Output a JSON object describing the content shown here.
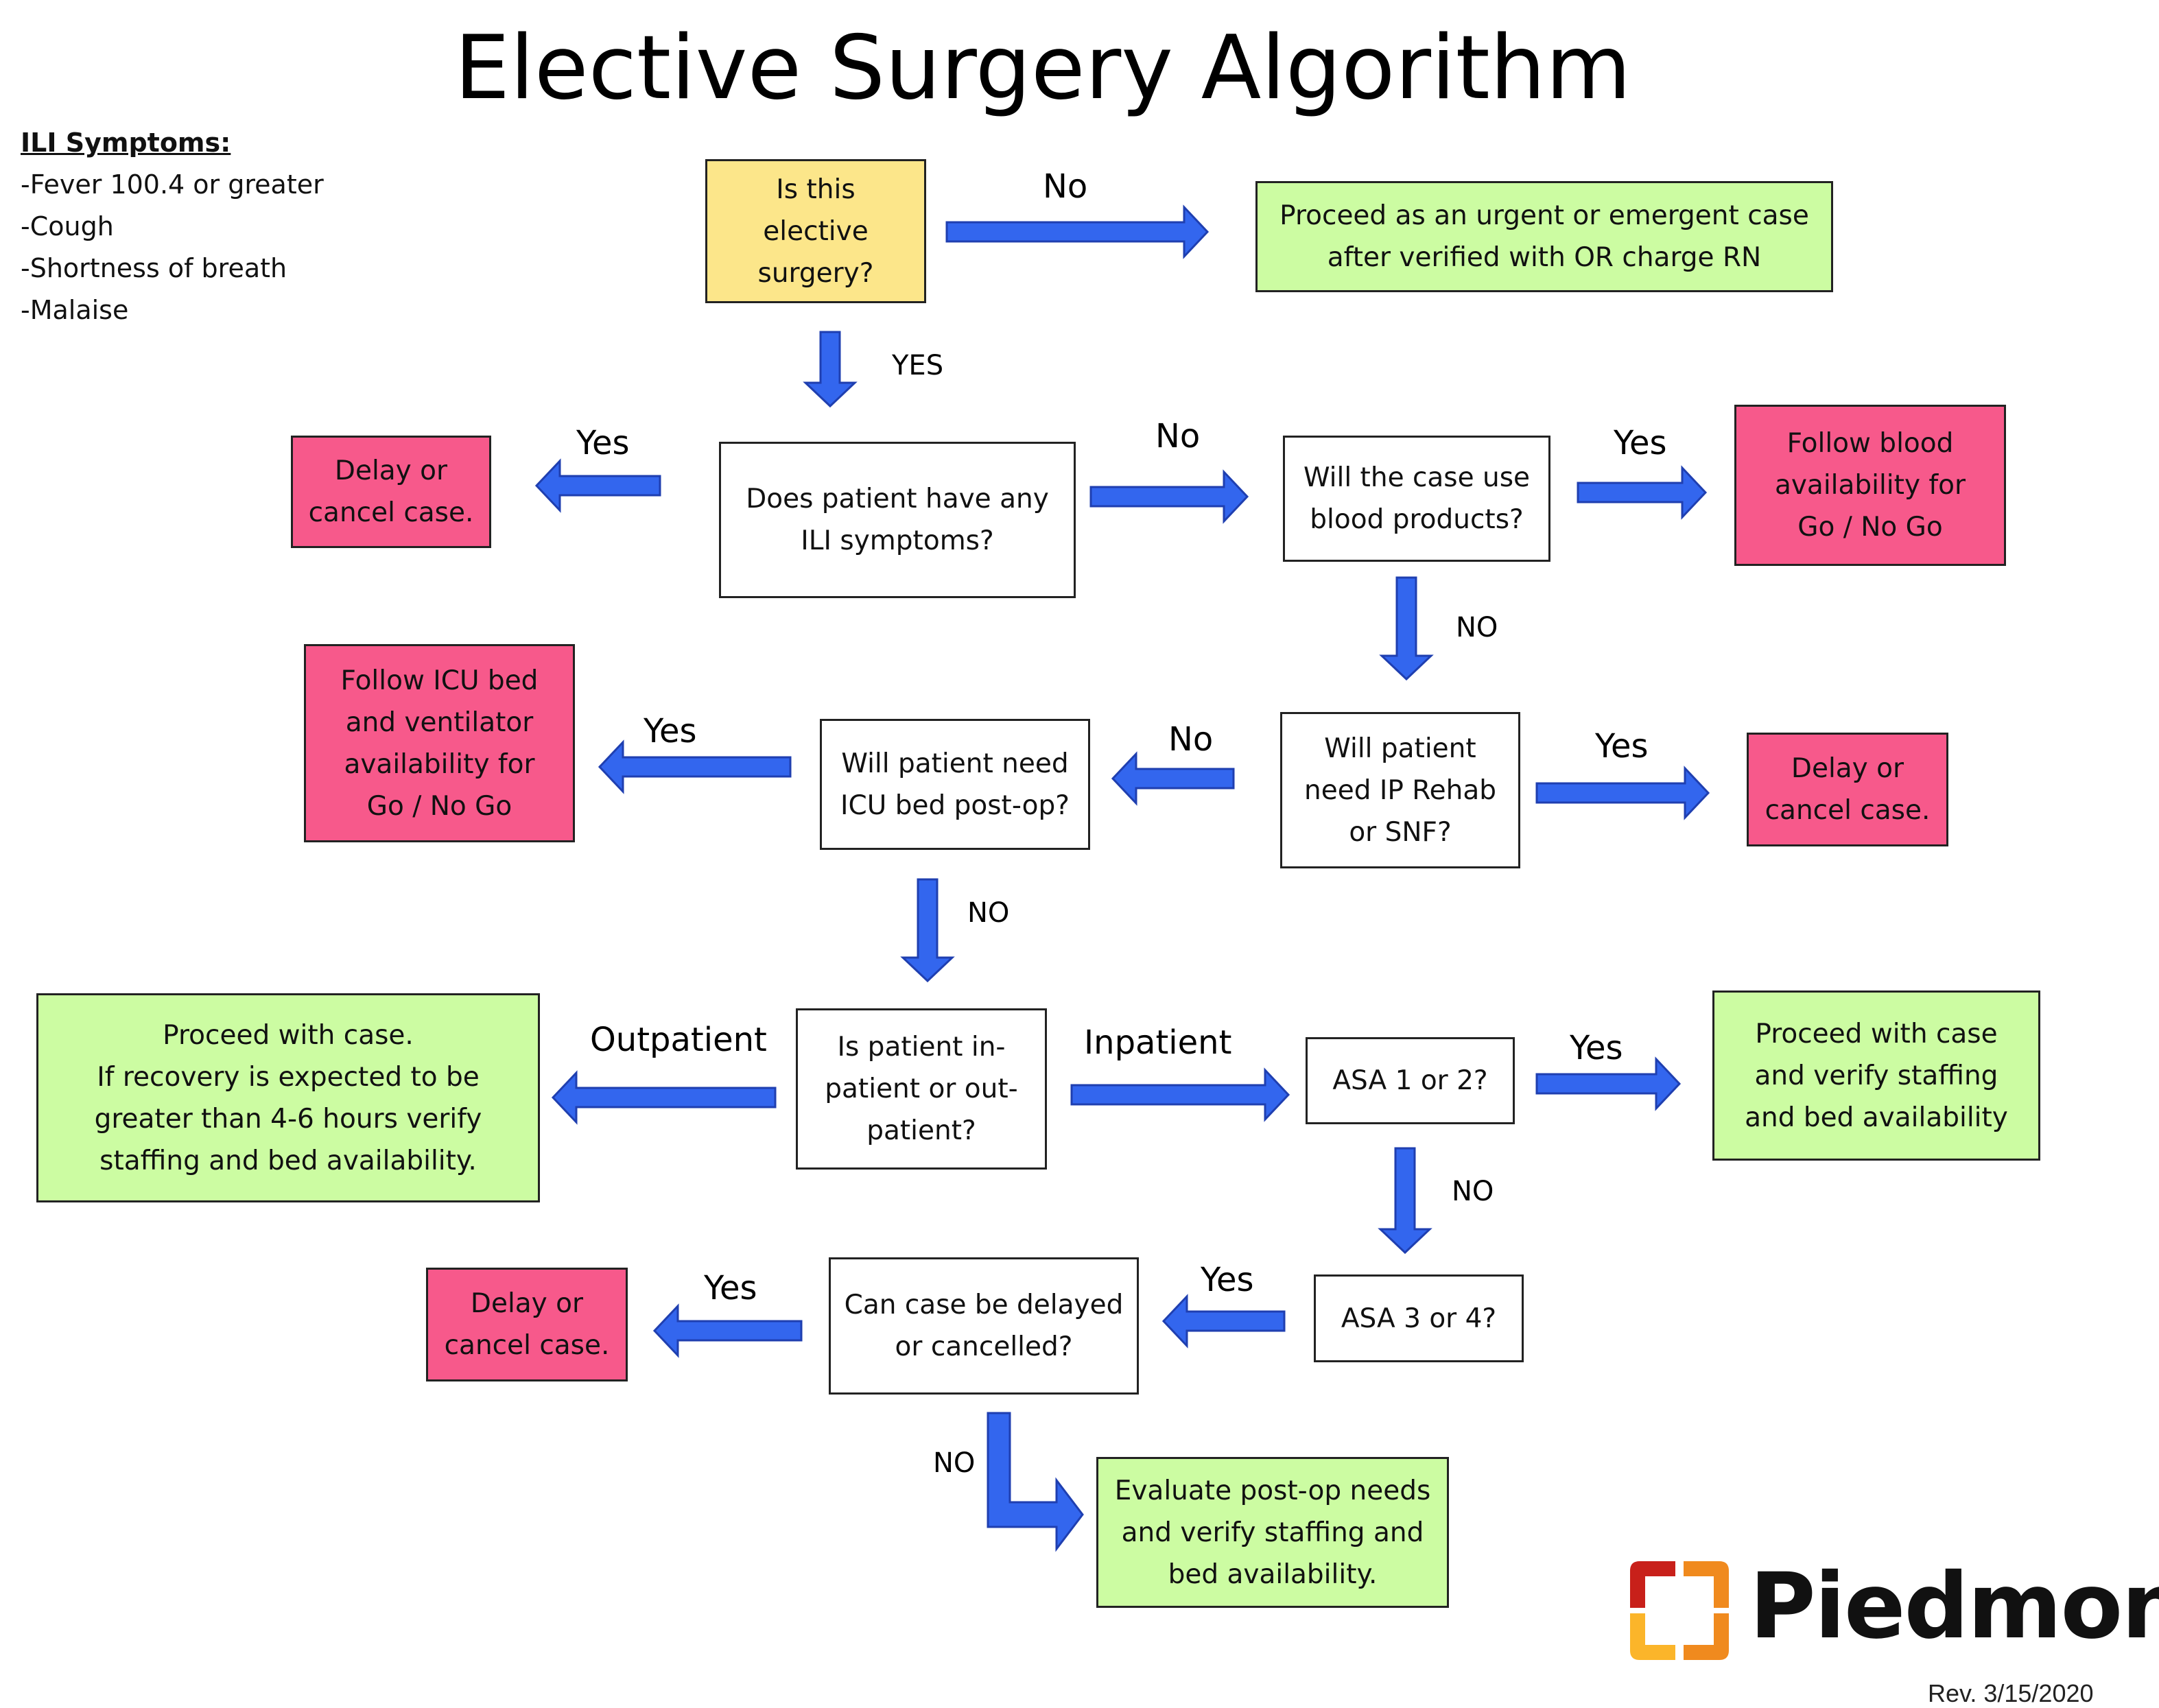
{
  "title": "Elective Surgery Algorithm",
  "ili": {
    "heading": "ILI Symptoms:",
    "items": [
      "-Fever 100.4 or greater",
      "-Cough",
      "-Shortness of breath",
      "-Malaise"
    ]
  },
  "nodes": {
    "elective_q": "Is this\nelective\nsurgery?",
    "urgent": "Proceed as an urgent or emergent case\nafter verified with OR charge RN",
    "delay1": "Delay or\ncancel case.",
    "ili_q": "Does patient have any\nILI symptoms?",
    "blood_q": "Will the case use\nblood products?",
    "blood_follow": "Follow blood\navailability for\nGo / No Go",
    "icu_follow": "Follow ICU bed\nand ventilator\navailability  for\nGo / No Go",
    "icu_q": "Will patient need\nICU bed post-op?",
    "rehab_q": "Will patient\nneed IP Rehab\nor SNF?",
    "delay2": "Delay or\ncancel case.",
    "outpatient_proceed": "Proceed with case.\nIf recovery is expected to be\ngreater than 4-6 hours verify\nstaffing and bed availability.",
    "inout_q": "Is patient in-\npatient or out-\npatient?",
    "asa12_q": "ASA 1 or 2?",
    "asa12_proceed": "Proceed with case\nand verify staffing\nand bed availability",
    "delay3": "Delay or\ncancel case.",
    "delay_q": "Can case be delayed\nor cancelled?",
    "asa34_q": "ASA 3 or 4?",
    "evaluate": "Evaluate post-op needs\nand verify staffing and\nbed availability."
  },
  "labels": {
    "no_1": "No",
    "yes_1": "YES",
    "yes_2": "Yes",
    "no_2": "No",
    "yes_3": "Yes",
    "no_3": "NO",
    "yes_4": "Yes",
    "no_4": "No",
    "yes_5": "Yes",
    "no_5": "NO",
    "outpatient": "Outpatient",
    "inpatient": "Inpatient",
    "yes_6": "Yes",
    "no_6": "NO",
    "yes_7": "Yes",
    "yes_8": "Yes",
    "no_7": "NO"
  },
  "brand": {
    "name": "Piedmont",
    "revision": "Rev. 3/15/2020"
  },
  "colors": {
    "question_start": "#fce68a",
    "proceed": "#ccfca2",
    "stop": "#f7598b",
    "arrow": "#3366ee",
    "logo_red": "#c8201a",
    "logo_orange": "#f08a1e",
    "logo_yellow": "#fbb52a"
  }
}
